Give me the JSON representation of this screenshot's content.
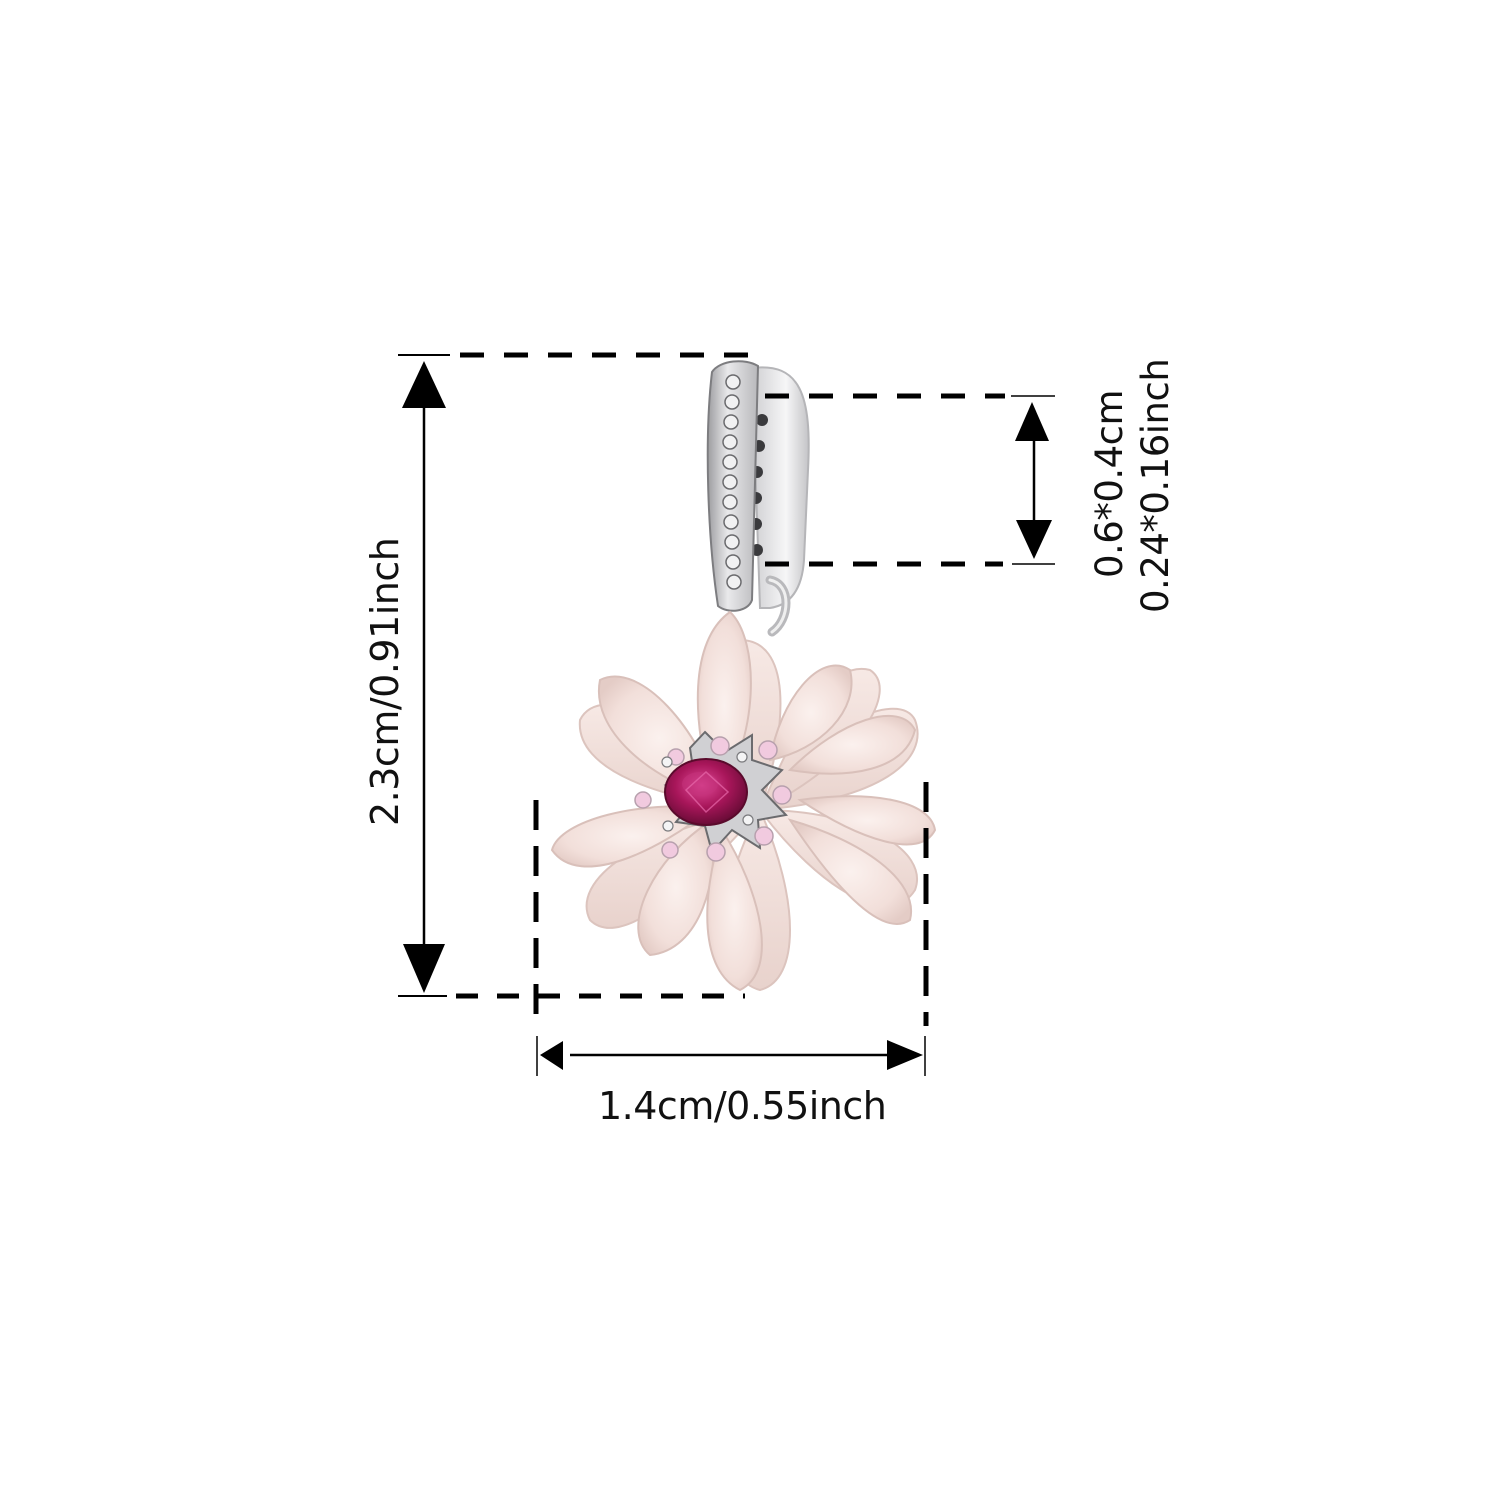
{
  "product": {
    "name": "pink-flower-charm-pendant",
    "colors": {
      "petal": "#f4e3df",
      "petal_shade": "#e6cfc9",
      "gem": "#b0195e",
      "accent_stone": "#f1c9de",
      "metal": "#d8d8da",
      "line": "#000000"
    }
  },
  "dimensions": {
    "height_label": "2.3cm/0.91inch",
    "width_label": "1.4cm/0.55inch",
    "bail_label_cm": "0.6*0.4cm",
    "bail_label_inch": "0.24*0.16inch"
  }
}
